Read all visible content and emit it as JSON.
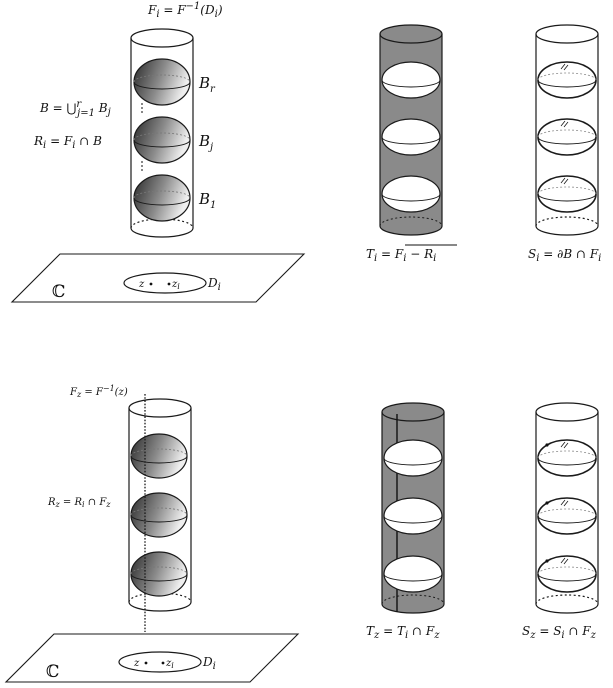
{
  "top": {
    "fiber_label": "F_i = F^{-1}(D_i)",
    "b_def_label": "B = ⋃_{j=1}^{r} B_j",
    "r_def_label": "R_i = F_i ∩ B",
    "balls": [
      "B_r",
      "B_j",
      "B_1"
    ],
    "plane_symbol": "ℂ",
    "point_z": "z",
    "point_zi": "z_i",
    "disk_label": "D_i",
    "t_caption": "T_i = \\overline{F_i − R_i}",
    "s_caption": "S_i = ∂B ∩ F_i"
  },
  "bottom": {
    "fiber_label": "F_z = F^{-1}(z)",
    "r_def_label": "R_z = R_i ∩ F_z",
    "plane_symbol": "ℂ",
    "point_z": "z",
    "point_zi": "z_i",
    "disk_label": "D_i",
    "t_caption": "T_z = T_i ∩ F_z",
    "s_caption": "S_z = S_i ∩ F_z"
  },
  "colors": {
    "line": "#1a1a1a",
    "shaded_tube": "#8a8a8a",
    "ball_dark": "#2f2f2f",
    "ball_light": "#f2f2f2"
  }
}
